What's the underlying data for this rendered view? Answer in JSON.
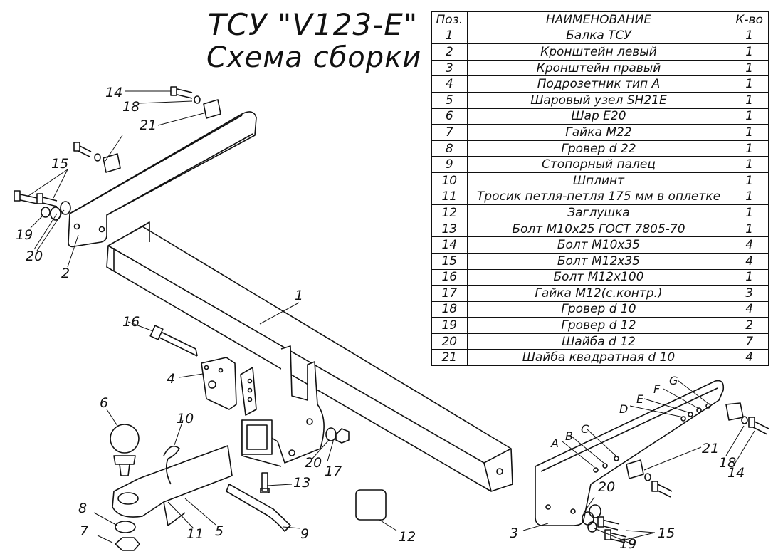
{
  "title": {
    "line1": "ТСУ \"V123-E\"",
    "line2": "Схема сборки"
  },
  "table": {
    "headers": [
      "Поз.",
      "НАИМЕНОВАНИЕ",
      "К-во"
    ],
    "rows": [
      [
        "1",
        "Балка ТСУ",
        "1"
      ],
      [
        "2",
        "Кронштейн левый",
        "1"
      ],
      [
        "3",
        "Кронштейн правый",
        "1"
      ],
      [
        "4",
        "Подрозетник тип А",
        "1"
      ],
      [
        "5",
        "Шаровый узел SH21E",
        "1"
      ],
      [
        "6",
        "Шар E20",
        "1"
      ],
      [
        "7",
        "Гайка М22",
        "1"
      ],
      [
        "8",
        "Гровер d 22",
        "1"
      ],
      [
        "9",
        "Стопорный палец",
        "1"
      ],
      [
        "10",
        "Шплинт",
        "1"
      ],
      [
        "11",
        "Тросик петля-петля 175 мм в оплетке",
        "1"
      ],
      [
        "12",
        "Заглушка",
        "1"
      ],
      [
        "13",
        "Болт М10х25 ГОСТ 7805-70",
        "1"
      ],
      [
        "14",
        "Болт М10х35",
        "4"
      ],
      [
        "15",
        "Болт М12х35",
        "4"
      ],
      [
        "16",
        "Болт М12х100",
        "1"
      ],
      [
        "17",
        "Гайка М12(с.контр.)",
        "3"
      ],
      [
        "18",
        "Гровер d 10",
        "4"
      ],
      [
        "19",
        "Гровер d 12",
        "2"
      ],
      [
        "20",
        "Шайба d 12",
        "7"
      ],
      [
        "21",
        "Шайба квадратная d 10",
        "4"
      ]
    ]
  },
  "callouts": {
    "n1": "1",
    "n2": "2",
    "n3": "3",
    "n4": "4",
    "n5": "5",
    "n6": "6",
    "n7": "7",
    "n8": "8",
    "n9": "9",
    "n10": "10",
    "n11": "11",
    "n12": "12",
    "n13": "13",
    "n14a": "14",
    "n14b": "14",
    "n15a": "15",
    "n15b": "15",
    "n16": "16",
    "n17": "17",
    "n18a": "18",
    "n18b": "18",
    "n19a": "19",
    "n19b": "19",
    "n20a": "20",
    "n20b": "20",
    "n20c": "20",
    "n21a": "21",
    "n21b": "21",
    "hA": "A",
    "hB": "B",
    "hC": "C",
    "hD": "D",
    "hE": "E",
    "hF": "F",
    "hG": "G"
  }
}
